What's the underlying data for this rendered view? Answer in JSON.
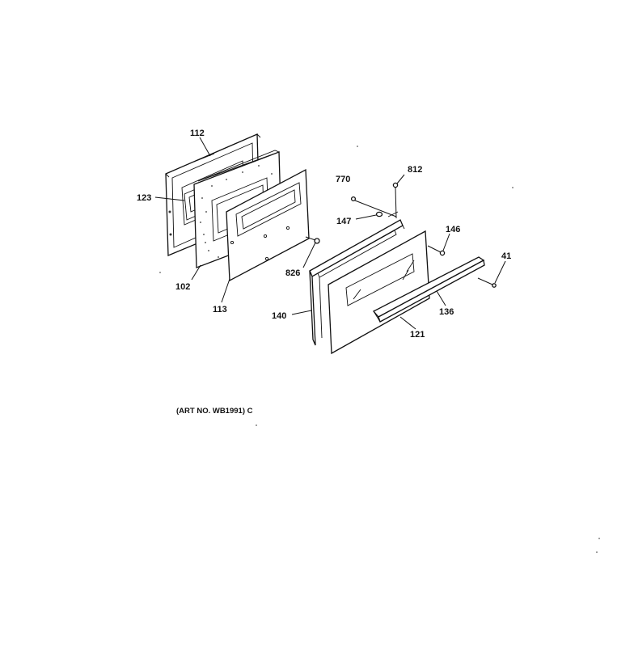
{
  "diagram": {
    "part_labels": {
      "p112": "112",
      "p123": "123",
      "p102": "102",
      "p113": "113",
      "p826": "826",
      "p770": "770",
      "p812": "812",
      "p147": "147",
      "p146": "146",
      "p41": "41",
      "p140": "140",
      "p136": "136",
      "p121": "121"
    },
    "art_number": "(ART NO. WB1991) C"
  }
}
